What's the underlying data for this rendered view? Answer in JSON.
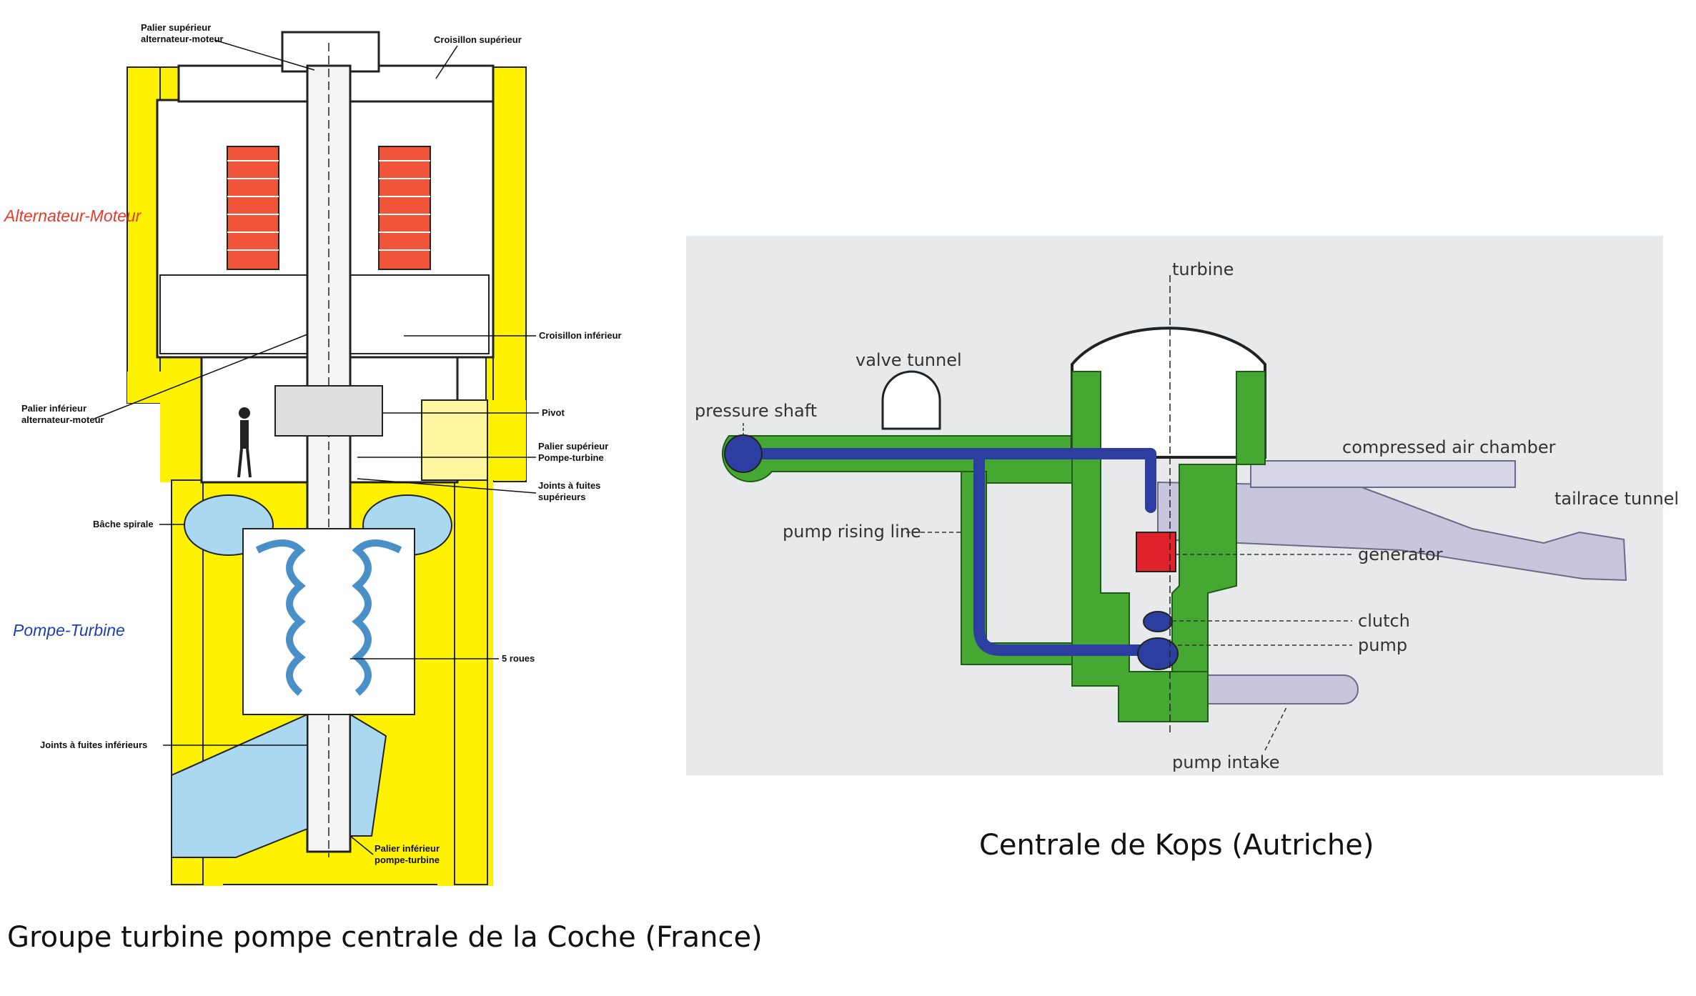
{
  "left_diagram": {
    "labels": {
      "palier_sup_alt": [
        "Palier supérieur",
        "alternateur-moteur"
      ],
      "croisillon_sup": "Croisillon supérieur",
      "alternateur_moteur": "Alternateur-Moteur",
      "croisillon_inf": "Croisillon inférieur",
      "palier_inf_alt": [
        "Palier inférieur",
        "alternateur-moteur"
      ],
      "pivot": "Pivot",
      "palier_sup_pompe": [
        "Palier supérieur",
        "Pompe-turbine"
      ],
      "joints_sup": [
        "Joints à fuites",
        "supérieurs"
      ],
      "bache_spirale": "Bâche spirale",
      "pompe_turbine": "Pompe-Turbine",
      "cinq_roues": "5 roues",
      "joints_inf": "Joints à fuites inférieurs",
      "palier_inf_pompe": [
        "Palier inférieur",
        "pompe-turbine"
      ]
    },
    "caption": "Groupe turbine pompe centrale de la Coche (France)",
    "colors": {
      "rock": "#fff200",
      "generator": "#f0553a",
      "water": "#a9d8f0"
    }
  },
  "right_diagram": {
    "labels": {
      "turbine": "turbine",
      "valve_tunnel": "valve tunnel",
      "pressure_shaft": "pressure shaft",
      "compressed_air_chamber": "compressed air chamber",
      "tailrace_tunnel": "tailrace tunnel",
      "pump_rising_line": "pump rising line",
      "generator": "generator",
      "clutch": "clutch",
      "pump": "pump",
      "pump_intake": "pump intake"
    },
    "caption": "Centrale de Kops (Autriche)",
    "colors": {
      "background": "#e7e9ea",
      "structure": "#44a832",
      "pipe": "#2c3e9f",
      "tunnel": "#c8c6dc",
      "generator": "#e0232a"
    }
  }
}
